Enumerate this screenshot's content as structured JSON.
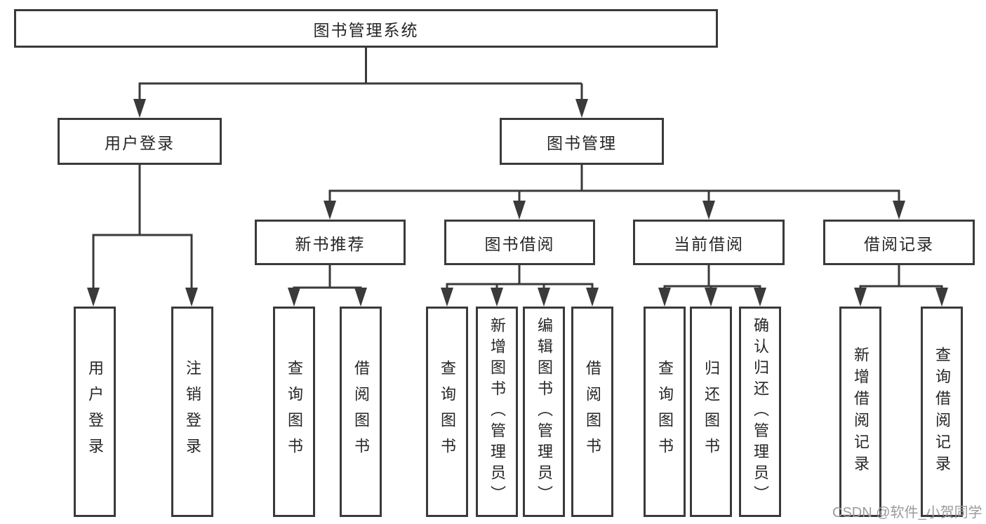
{
  "root": {
    "label": "图书管理系统"
  },
  "branches": [
    {
      "label": "用户登录",
      "children": [
        {
          "label": "用户登录"
        },
        {
          "label": "注销登录"
        }
      ]
    },
    {
      "label": "图书管理",
      "children": [
        {
          "label": "新书推荐",
          "children": [
            {
              "label": "查询图书"
            },
            {
              "label": "借阅图书"
            }
          ]
        },
        {
          "label": "图书借阅",
          "children": [
            {
              "label": "查询图书"
            },
            {
              "label": "新增图书（管理员）"
            },
            {
              "label": "编辑图书（管理员）"
            },
            {
              "label": "借阅图书"
            }
          ]
        },
        {
          "label": "当前借阅",
          "children": [
            {
              "label": "查询图书"
            },
            {
              "label": "归还图书"
            },
            {
              "label": "确认归还（管理员）"
            }
          ]
        },
        {
          "label": "借阅记录",
          "children": [
            {
              "label": "新增借阅记录"
            },
            {
              "label": "查询借阅记录"
            }
          ]
        }
      ]
    }
  ],
  "watermark": {
    "text": "CSDN @软件_小贺同学"
  },
  "colors": {
    "line": "#3a3a3a",
    "text": "#262626",
    "background": "#ffffff",
    "watermark": "#9b9b9b"
  }
}
